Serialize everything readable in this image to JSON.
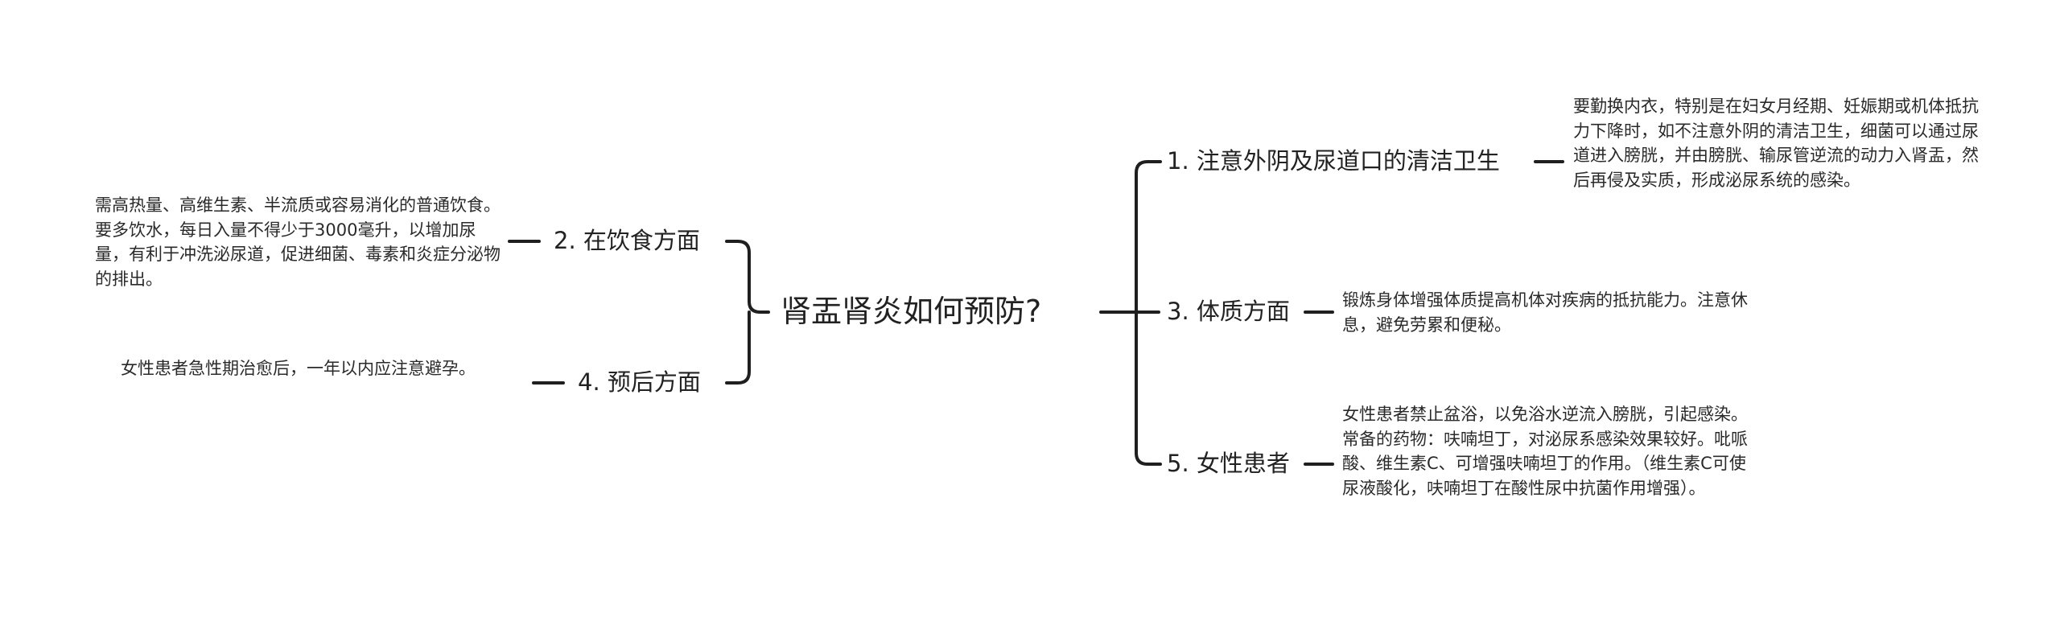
{
  "central": {
    "title": "肾盂肾炎如何预防?"
  },
  "right_branches": [
    {
      "label": "1. 注意外阴及尿道口的清洁卫生",
      "detail": "要勤换内衣，特别是在妇女月经期、妊娠期或机体抵抗力下降时，如不注意外阴的清洁卫生，细菌可以通过尿道进入膀胱，并由膀胱、输尿管逆流的动力入肾盂，然后再侵及实质，形成泌尿系统的感染。"
    },
    {
      "label": "3. 体质方面",
      "detail": "锻炼身体增强体质提高机体对疾病的抵抗能力。注意休息，避免劳累和便秘。"
    },
    {
      "label": "5. 女性患者",
      "detail": "女性患者禁止盆浴，以免浴水逆流入膀胱，引起感染。常备的药物：呋喃坦丁，对泌尿系感染效果较好。吡哌酸、维生素C、可增强呋喃坦丁的作用。（维生素C可使尿液酸化，呋喃坦丁在酸性尿中抗菌作用增强）。"
    }
  ],
  "left_branches": [
    {
      "label": "2. 在饮食方面",
      "detail": "需高热量、高维生素、半流质或容易消化的普通饮食。要多饮水，每日入量不得少于3000毫升，以增加尿量，有利于冲洗泌尿道，促进细菌、毒素和炎症分泌物的排出。"
    },
    {
      "label": "4. 预后方面",
      "detail": "女性患者急性期治愈后，一年以内应注意避孕。"
    }
  ]
}
